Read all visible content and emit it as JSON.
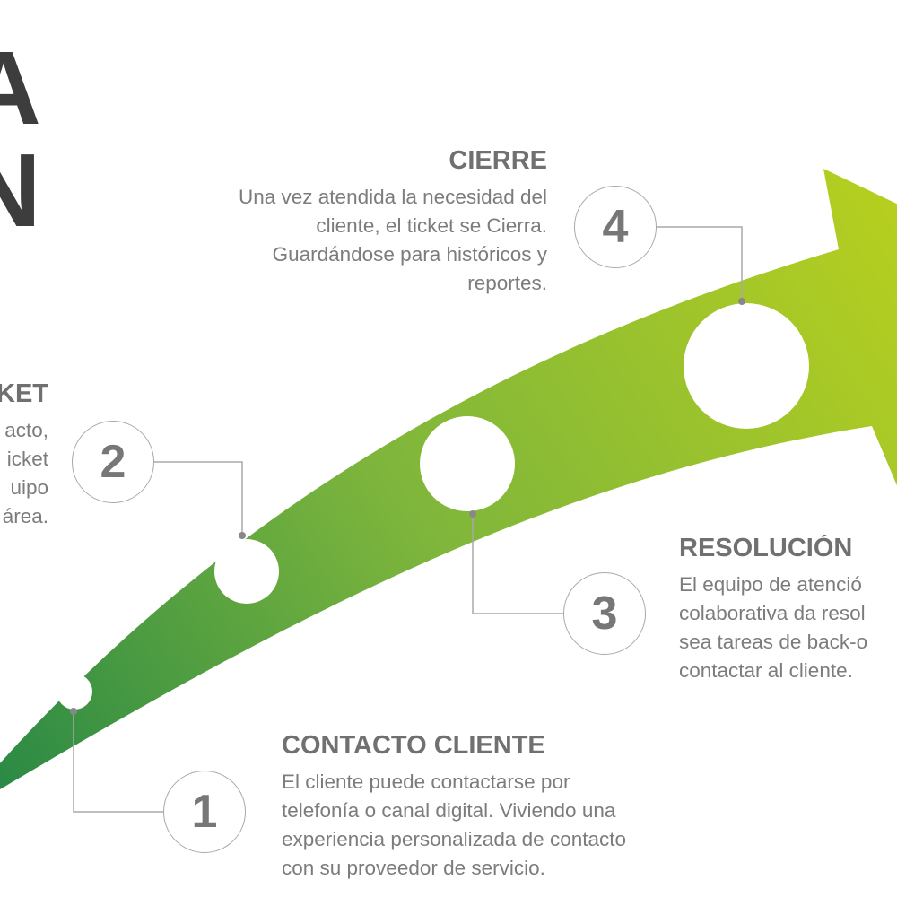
{
  "title_fragments": [
    "A",
    "N"
  ],
  "steps": [
    {
      "number": "1",
      "title": "CONTACTO CLIENTE",
      "lines": [
        "El cliente puede contactarse por",
        "telefonía o canal digital. Viviendo una",
        "experiencia personalizada de contacto",
        "con su proveedor de servicio."
      ]
    },
    {
      "number": "2",
      "title": "KET",
      "lines": [
        "acto,",
        "icket",
        "uipo",
        "área."
      ]
    },
    {
      "number": "3",
      "title": "RESOLUCIÓN",
      "lines": [
        "El equipo de atenció",
        "colaborativa da resol",
        "sea tareas de back-o",
        "contactar al cliente."
      ]
    },
    {
      "number": "4",
      "title": "CIERRE",
      "lines": [
        "Una vez atendida la necesidad del",
        "cliente, el ticket se Cierra.",
        "Guardándose para históricos y",
        "reportes."
      ]
    }
  ],
  "colors": {
    "arrow_start": "#2b8a45",
    "arrow_mid": "#7db53c",
    "arrow_end": "#b6cf1f",
    "text_dark": "#3d3d3d",
    "text_gray": "#7c7c7c",
    "connector": "#a8a8a8"
  }
}
